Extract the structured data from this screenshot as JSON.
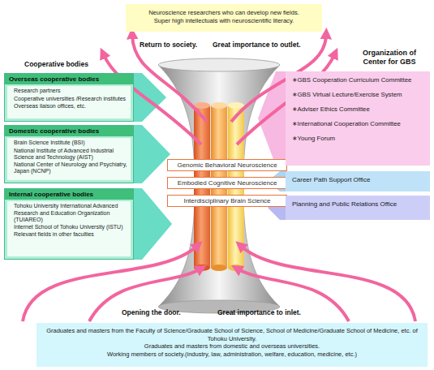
{
  "diagram": {
    "nodes": [
      {
        "text": [
          "Neuroscience researchers who can develop new fields.",
          "Super high intellectuals with neuroscientific literacy."
        ]
      },
      {
        "text": [
          "Overseas cooperative bodies"
        ]
      },
      {
        "text": [
          "Research partners",
          "Cooperative universities /Research institutes",
          "Overseas liaison offices, etc."
        ],
        "in": 1
      },
      {
        "text": [
          "Domestic cooperative bodies"
        ]
      },
      {
        "text": [
          "Brain Science Institute (BSI)",
          "National Institute of Advanced Industrial Science and Technology (AIST)",
          "National Center of Neurology and Psychiatry, Japan (NCNP)"
        ],
        "in": 3
      },
      {
        "text": [
          "Internal cooperative bodies"
        ]
      },
      {
        "text": [
          "Tohoku University International Advanced Research and Education Organization (TUIAREO)",
          "Internet School of Tohoku University (ISTU)",
          "Relevant fields in other faculties"
        ],
        "in": 5
      },
      {
        "text": [
          "Genomic Behavioral Neuroscience"
        ]
      },
      {
        "text": [
          "Embodied Cognitive Neuroscience"
        ]
      },
      {
        "text": [
          "Interdisciplinary Brain Science"
        ]
      },
      {
        "text": [
          "∗GBS Cooperation Curriculum Committee",
          "∗GBS Virtual Lecture/Exercise System",
          "∗Adviser Ethics Committee",
          "∗International Cooperation Committee",
          "∗Young Forum"
        ]
      },
      {
        "text": [
          "Career Path Support Office"
        ]
      },
      {
        "text": [
          "Planning and Public Relations Office"
        ]
      },
      {
        "text": [
          "Graduates and masters from the Faculty of Science/Graduate School of Science, School of Medicine/Graduate School of Medicine, etc. of Tohoku University.",
          "Graduates and masters from domestic and overseas universities.",
          "Working members of society.(industry, law, administration, welfare, education, medicine, etc.)"
        ]
      }
    ],
    "labels": [
      "Return to society.",
      "Great importance to outlet.",
      "Cooperative bodies",
      "Organization of Center for GBS",
      "Opening the door.",
      "Great importance to inlet."
    ]
  }
}
